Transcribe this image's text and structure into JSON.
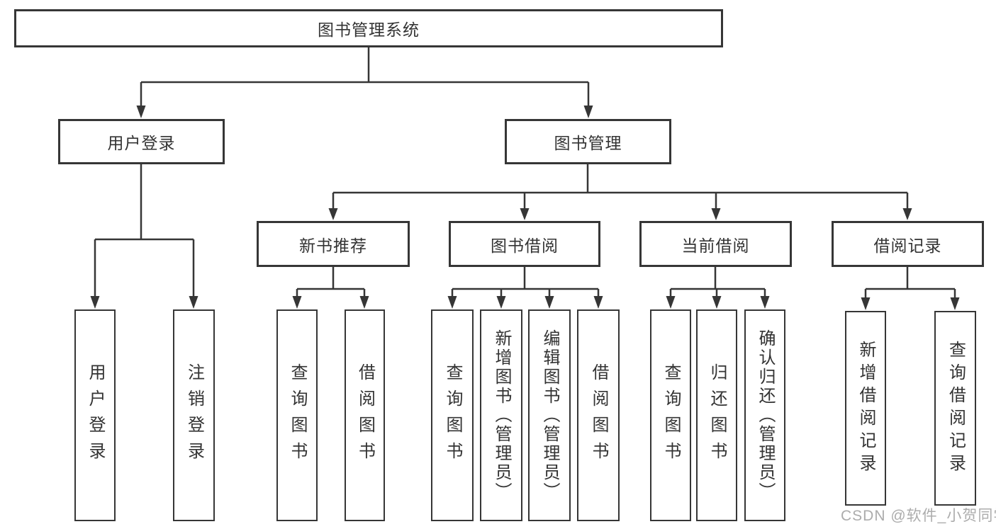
{
  "diagram": {
    "tree": {
      "root": {
        "label": "图书管理系统"
      },
      "branches": [
        {
          "label": "用户登录",
          "children": [
            {
              "label": "用户登录"
            },
            {
              "label": "注销登录"
            }
          ]
        },
        {
          "label": "图书管理",
          "children": [
            {
              "label": "新书推荐",
              "children": [
                {
                  "label": "查询图书"
                },
                {
                  "label": "借阅图书"
                }
              ]
            },
            {
              "label": "图书借阅",
              "children": [
                {
                  "label": "查询图书"
                },
                {
                  "label": "新增图书（管理员）"
                },
                {
                  "label": "编辑图书（管理员）"
                },
                {
                  "label": "借阅图书"
                }
              ]
            },
            {
              "label": "当前借阅",
              "children": [
                {
                  "label": "查询图书"
                },
                {
                  "label": "归还图书"
                },
                {
                  "label": "确认归还（管理员）"
                }
              ]
            },
            {
              "label": "借阅记录",
              "children": [
                {
                  "label": "新增借阅记录"
                },
                {
                  "label": "查询借阅记录"
                }
              ]
            }
          ]
        }
      ]
    },
    "watermark": "CSDN @软件_小贺同学",
    "colors": {
      "line": "#363636",
      "text": "#333333",
      "box_background": "#ffffff",
      "watermark": "#9e9e9e"
    }
  }
}
